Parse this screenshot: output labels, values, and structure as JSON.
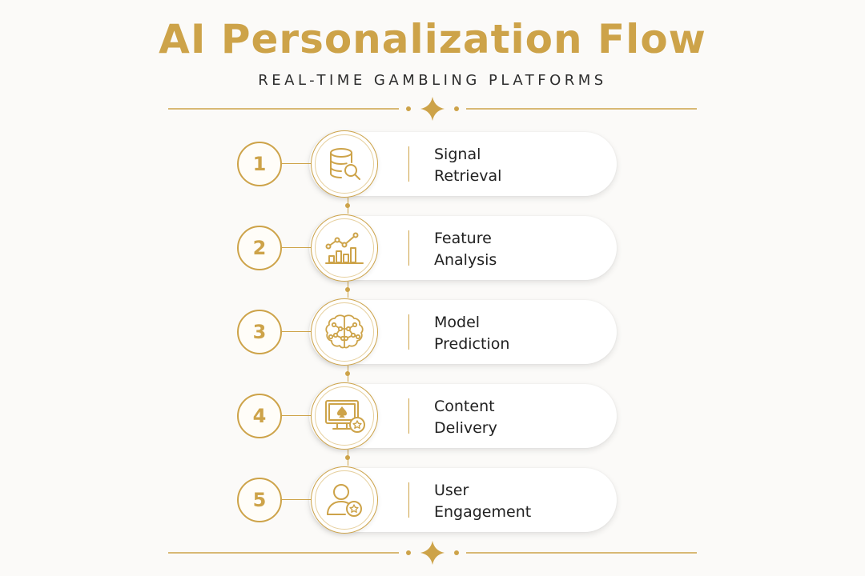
{
  "title": "AI Personalization Flow",
  "subtitle": "REAL-TIME GAMBLING PLATFORMS",
  "accent_color": "#cda349",
  "steps": [
    {
      "number": "1",
      "line1": "Signal",
      "line2": "Retrieval",
      "icon": "database-search-icon"
    },
    {
      "number": "2",
      "line1": "Feature",
      "line2": "Analysis",
      "icon": "analytics-chart-icon"
    },
    {
      "number": "3",
      "line1": "Model",
      "line2": "Prediction",
      "icon": "neural-brain-icon"
    },
    {
      "number": "4",
      "line1": "Content",
      "line2": "Delivery",
      "icon": "monitor-spade-icon"
    },
    {
      "number": "5",
      "line1": "User",
      "line2": "Engagement",
      "icon": "user-star-icon"
    }
  ]
}
